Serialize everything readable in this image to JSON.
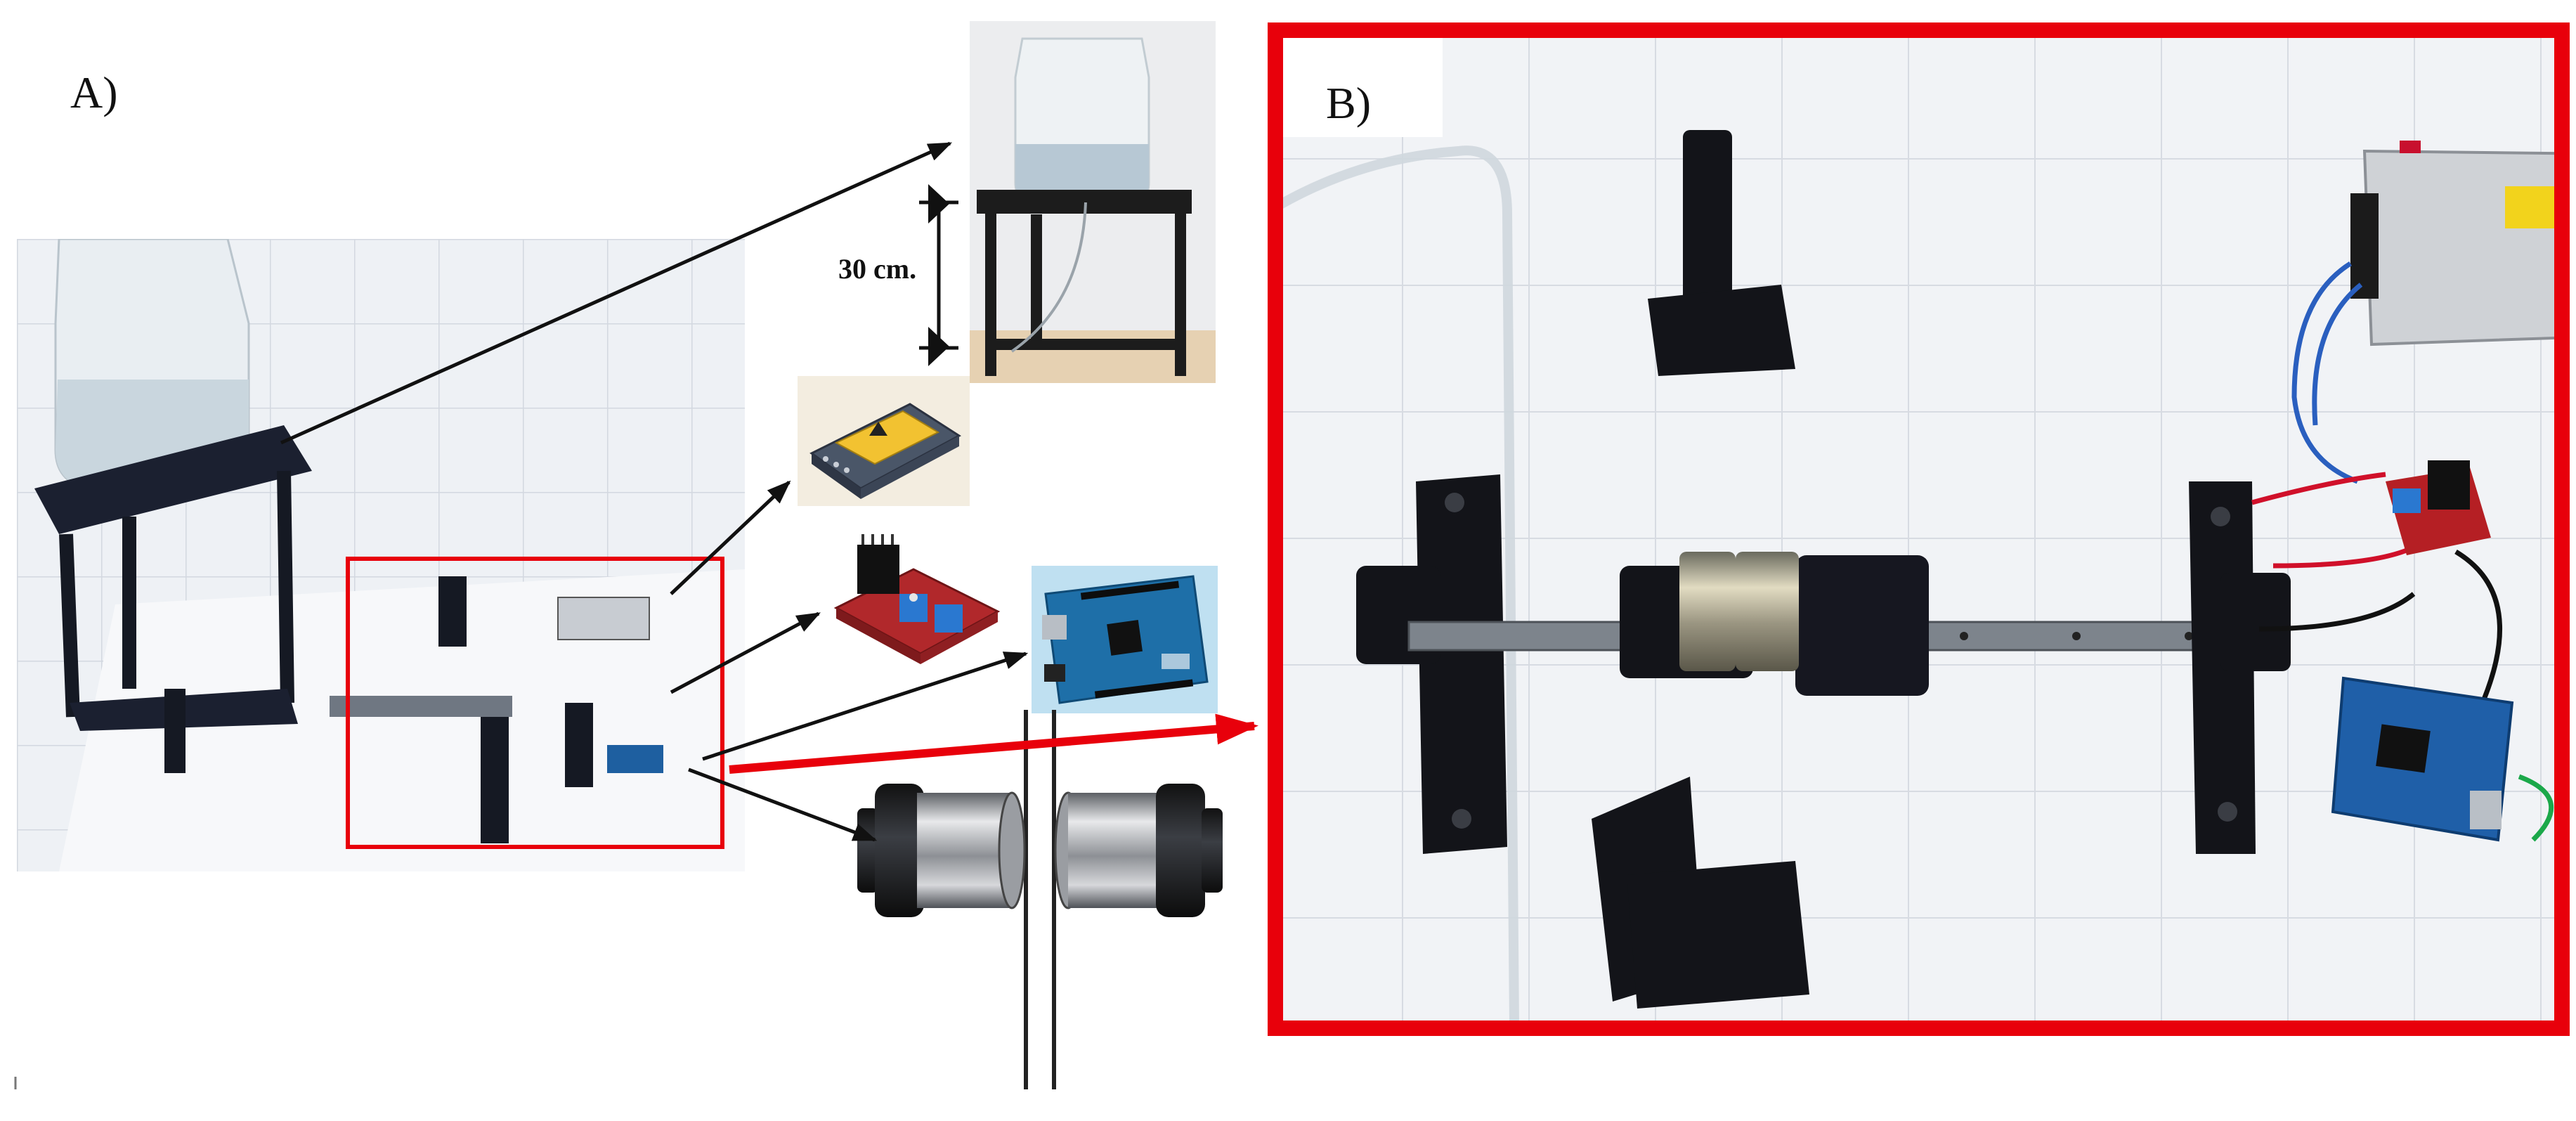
{
  "labels": {
    "panel_a": "A)",
    "panel_b": "B)",
    "height_dimension": "30 cm."
  },
  "insets": [
    {
      "name": "water-bottle-on-stand",
      "icon": "water-bottle-icon"
    },
    {
      "name": "power-supply",
      "icon": "power-supply-icon"
    },
    {
      "name": "motor-driver-board",
      "icon": "motor-driver-icon"
    },
    {
      "name": "arduino-board",
      "icon": "arduino-board-icon"
    },
    {
      "name": "magnet-pair",
      "icon": "magnet-pair-icon"
    }
  ],
  "colors": {
    "highlight_red": "#e8000b",
    "arrow_black": "#111111",
    "frame_black": "#151923",
    "arduino_blue": "#1e6fa8",
    "driver_red": "#c0392b",
    "tile_bg": "#f1f3f6",
    "tile_line": "#d7dbe2"
  }
}
